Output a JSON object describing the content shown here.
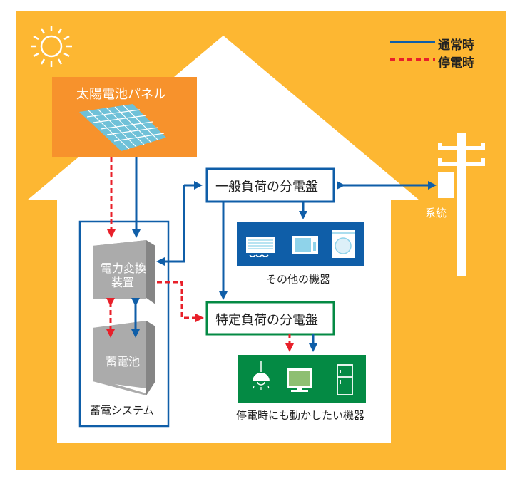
{
  "colors": {
    "background": "#FDB732",
    "house": "#FFFFFF",
    "solar_box": "#F7922C",
    "solar_panel": "#6FC1D8",
    "normal_line": "#0F5EA8",
    "outage_line": "#E8202A",
    "device_gray": "#A9A9A9",
    "other_devices_bg": "#0F5EA8",
    "outage_devices_bg": "#048A44",
    "general_board_border": "#0F5EA8",
    "specific_board_border": "#048A44"
  },
  "legend": {
    "normal": "通常時",
    "outage": "停電時"
  },
  "nodes": {
    "solar_panel": "太陽電池パネル",
    "power_converter_line1": "電力変換",
    "power_converter_line2": "装置",
    "battery": "蓄電池",
    "storage_system": "蓄電システム",
    "general_board": "一般負荷の分電盤",
    "specific_board": "特定負荷の分電盤",
    "other_devices": "その他の機器",
    "outage_devices": "停電時にも動かしたい機器",
    "grid": "系統"
  },
  "icons": {
    "sun": "sun-icon",
    "air_conditioner": "air-conditioner-icon",
    "microwave": "microwave-icon",
    "washing_machine": "washing-machine-icon",
    "lamp": "pendant-lamp-icon",
    "tv": "tv-icon",
    "fridge": "refrigerator-icon",
    "utility_pole": "utility-pole-icon"
  }
}
